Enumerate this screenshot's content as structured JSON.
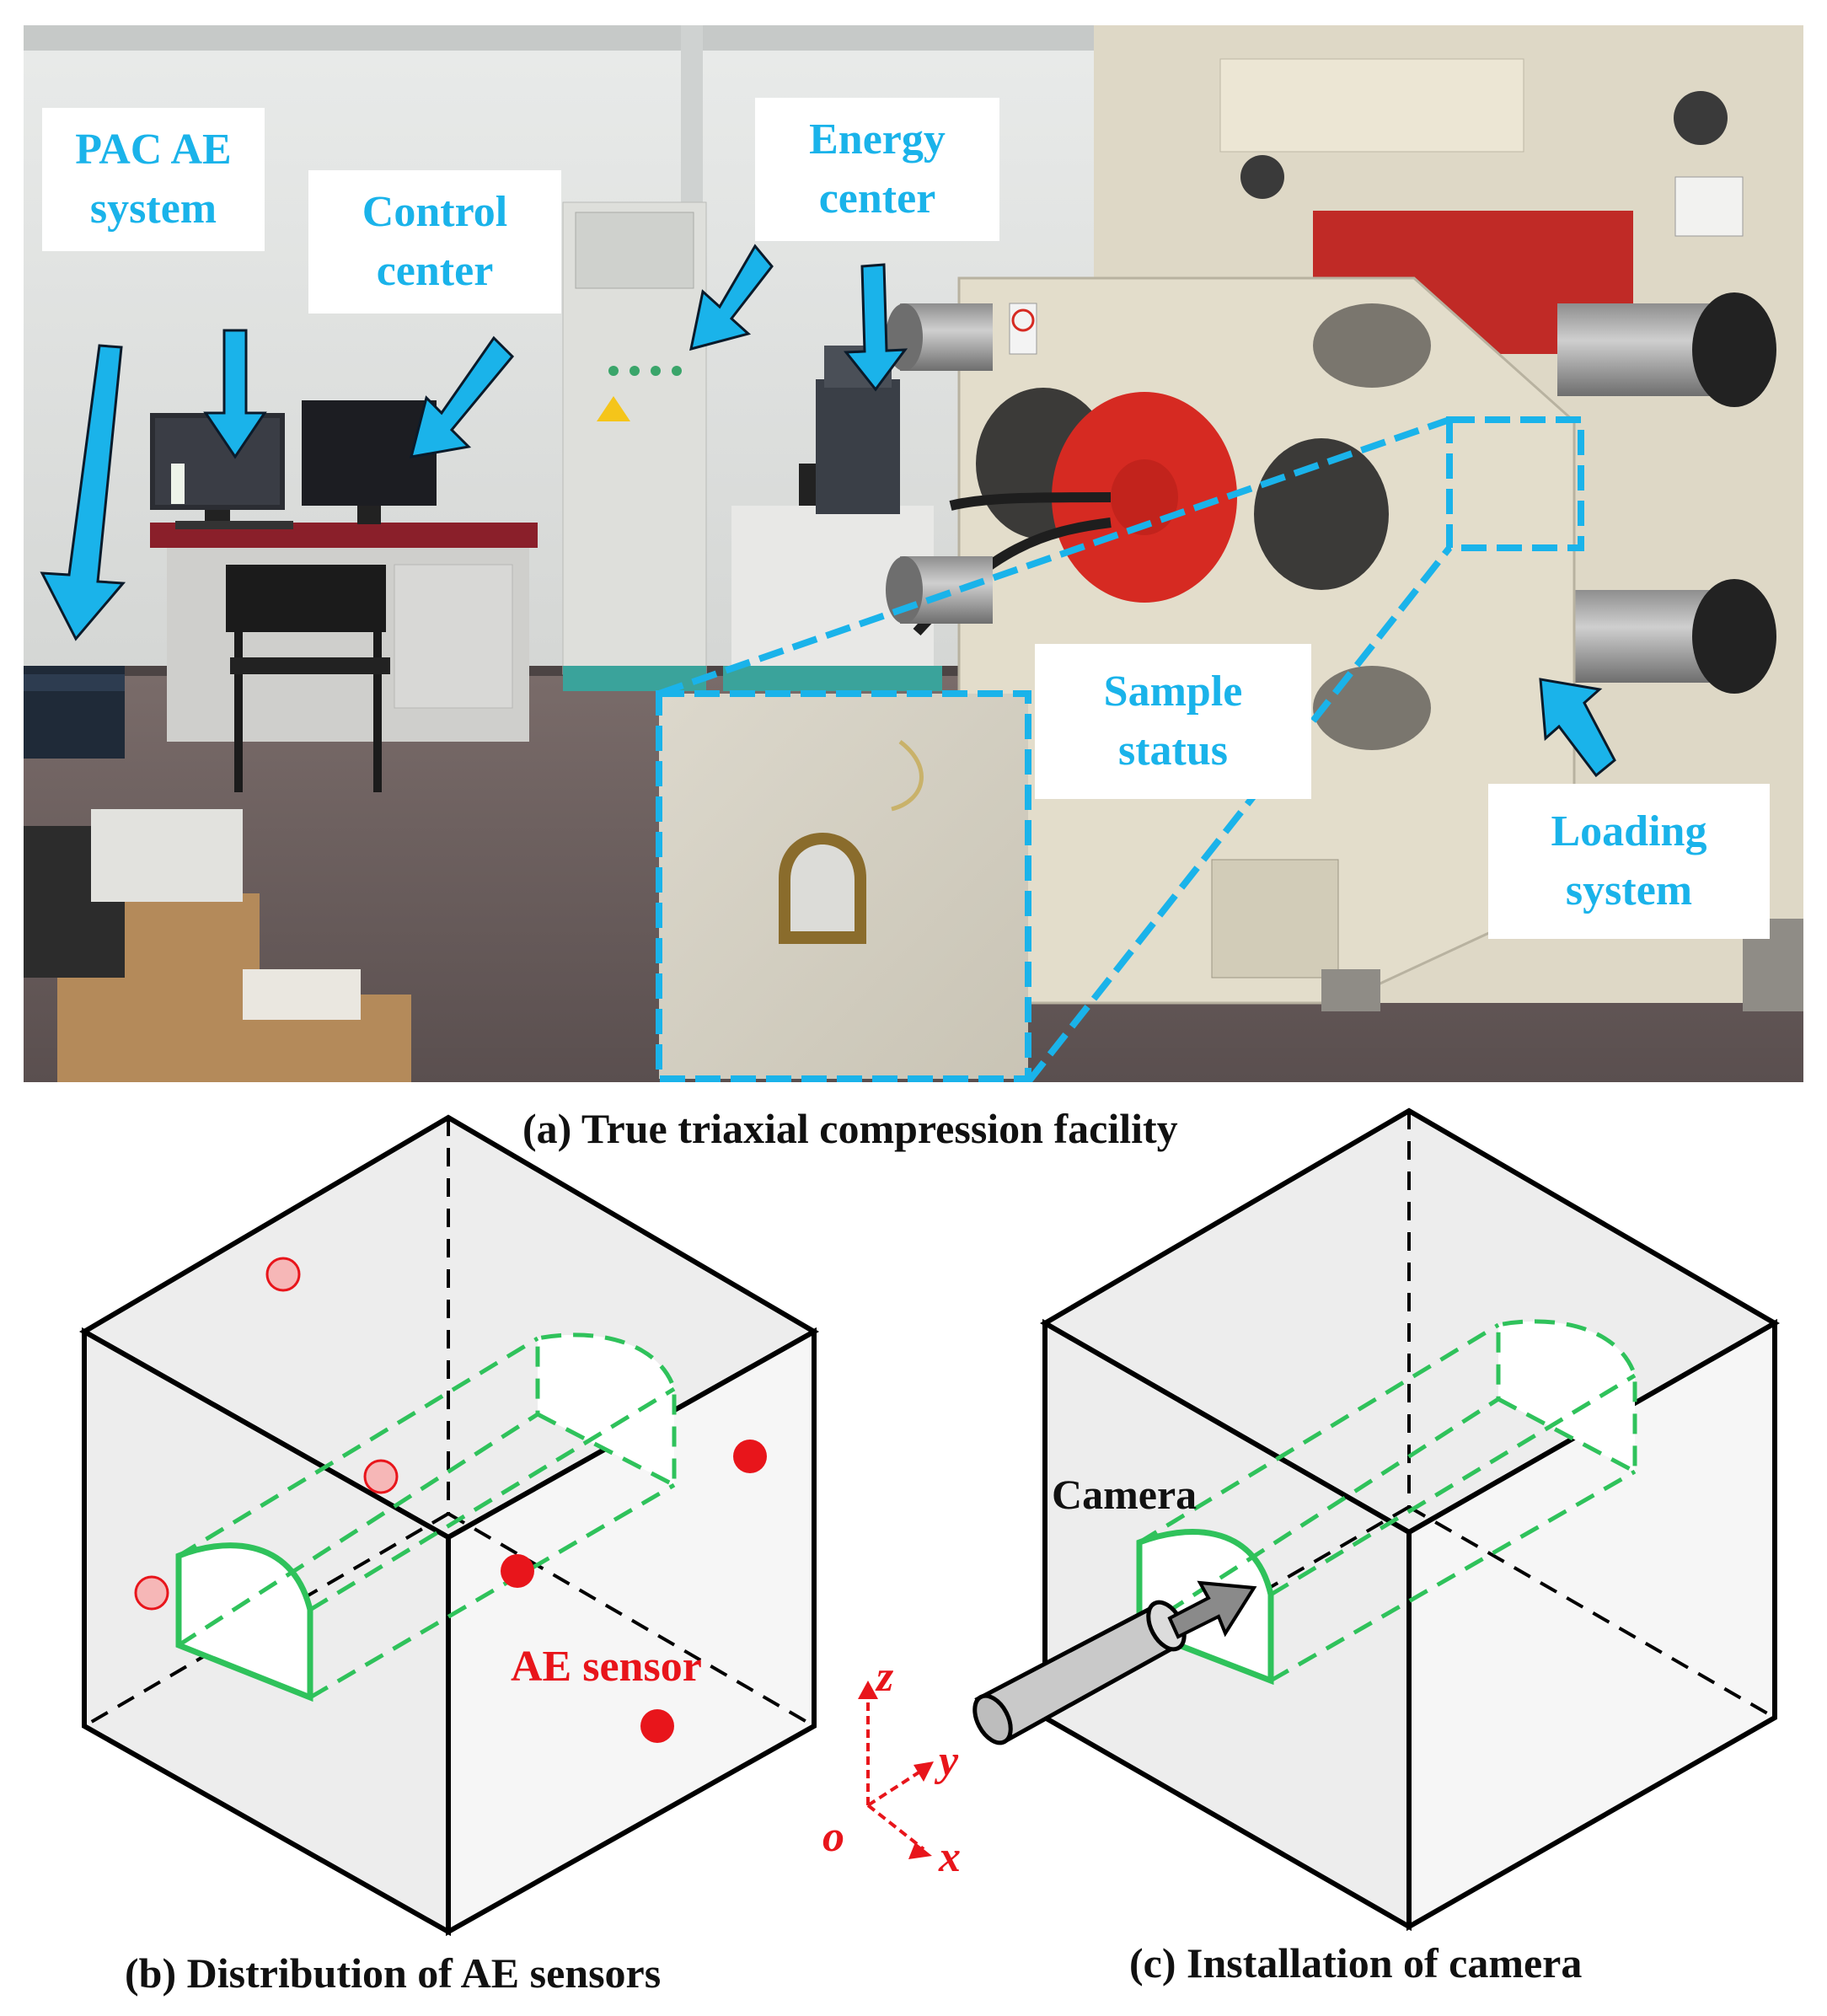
{
  "panel_a": {
    "labels": {
      "pac": [
        "PAC AE",
        "system"
      ],
      "control": [
        "Control",
        "center"
      ],
      "energy": [
        "Energy",
        "center"
      ],
      "sample": [
        "Sample",
        "status"
      ],
      "loading": [
        "Loading",
        "system"
      ]
    },
    "caption": "(a) True triaxial compression facility",
    "colors": {
      "label_text": "#1ab3ea",
      "arrow": "#1ab3ea",
      "sample_frame": "#1ab3ea",
      "load_plate": "#e5271f"
    }
  },
  "panel_b": {
    "caption": "(b) Distribution of AE sensors",
    "sensor_label": "AE sensor",
    "colors": {
      "tunnel": "#2fc25b",
      "sensor": "#e8151b"
    }
  },
  "panel_c": {
    "caption": "(c) Installation of camera",
    "camera_label": "Camera"
  },
  "axes": {
    "z": "z",
    "y": "y",
    "x": "x",
    "o": "o",
    "color": "#e8151b"
  }
}
